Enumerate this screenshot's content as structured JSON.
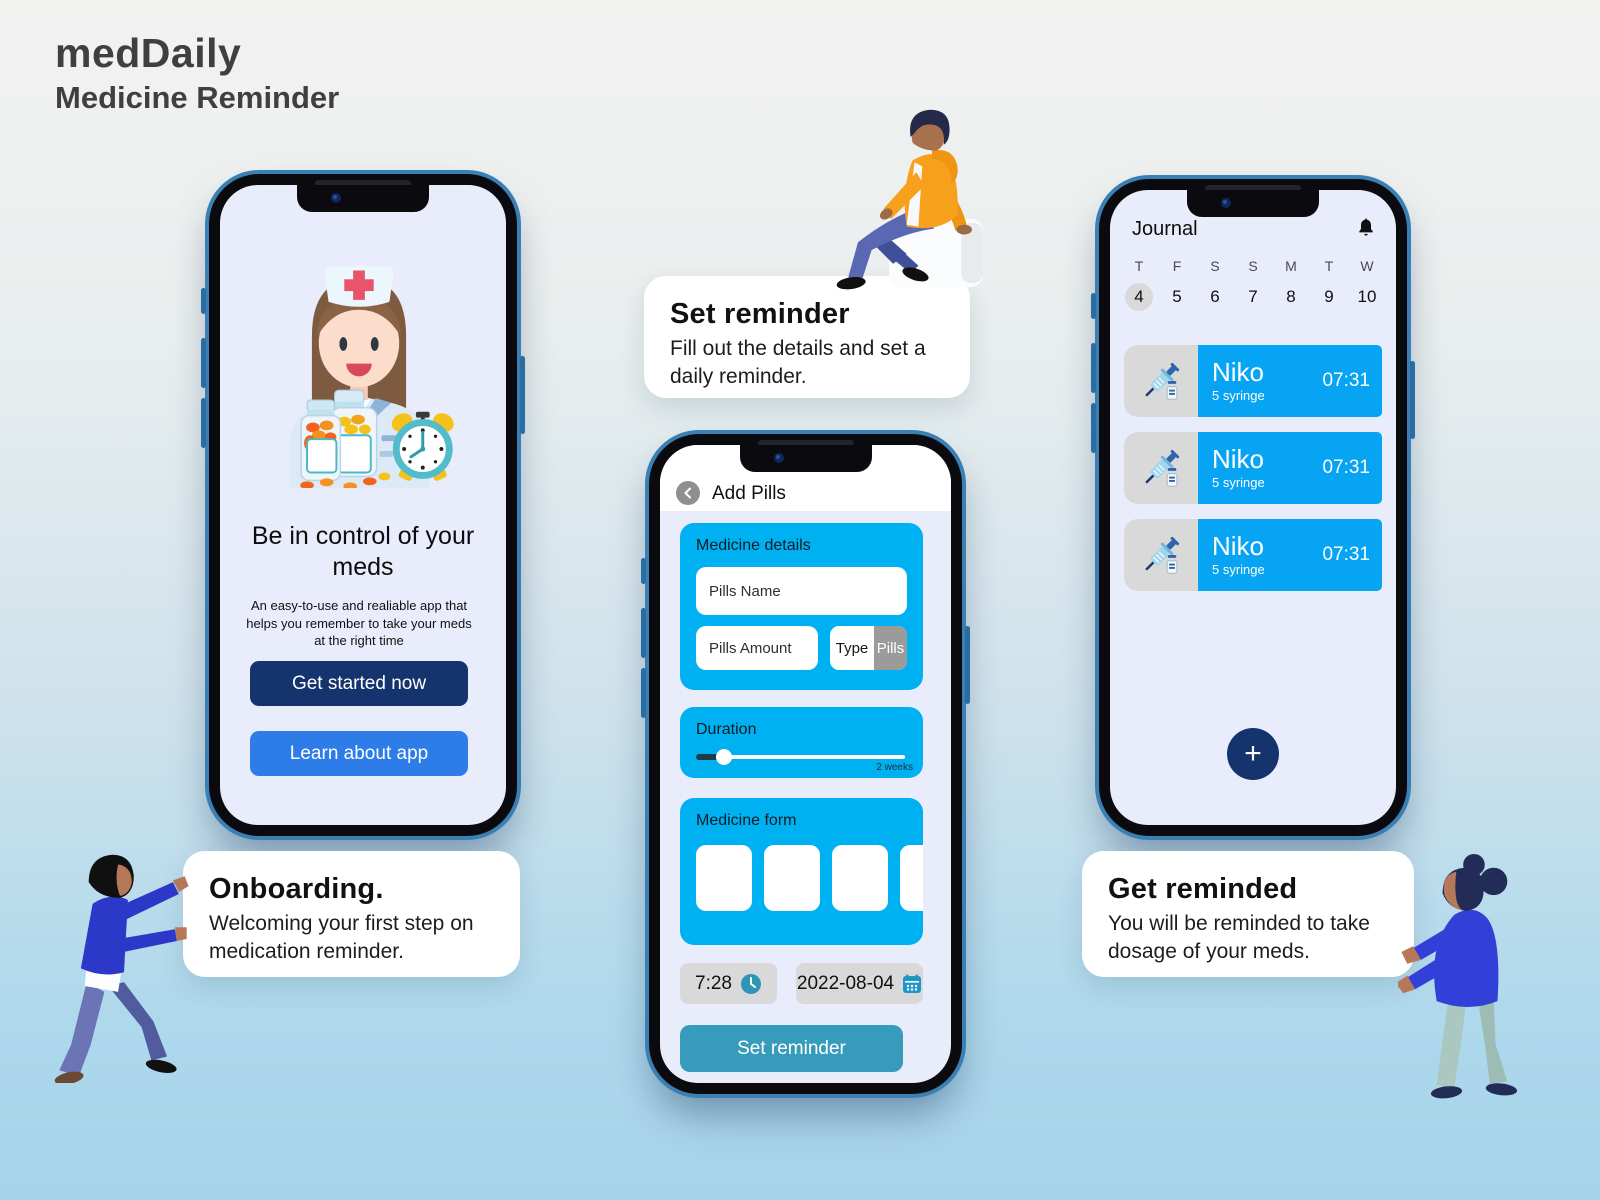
{
  "page": {
    "title": "medDaily",
    "subtitle": "Medicine Reminder"
  },
  "colors": {
    "accent_cyan": "#00b1f2",
    "journal_entry_blue": "#07a4f3",
    "navy": "#15346d",
    "bright_blue": "#2e7ce8",
    "teal": "#379cbb",
    "phone_frame_blue": "#3b80b4",
    "screen_background": "#e9edfb"
  },
  "icons": {
    "back": "chevron-left-icon",
    "bell": "bell-icon",
    "clock": "clock-icon",
    "calendar": "calendar-icon",
    "add": "plus-icon",
    "syringe": "syringe-icon"
  },
  "onboarding_screen": {
    "heading": "Be in control of your meds",
    "body": "An easy-to-use and realiable app that helps you remember to take your meds at the right time",
    "primary_button": "Get started now",
    "secondary_button": "Learn about app"
  },
  "add_pills_screen": {
    "title": "Add Pills",
    "medicine_details": {
      "title": "Medicine details",
      "pills_name_placeholder": "Pills Name",
      "pills_amount_placeholder": "Pills Amount",
      "type_label": "Type",
      "type_value": "Pills"
    },
    "duration": {
      "title": "Duration",
      "value": "2 weeks"
    },
    "medicine_form": {
      "title": "Medicine form"
    },
    "time_value": "7:28",
    "date_value": "2022-08-04",
    "submit_button": "Set reminder"
  },
  "journal_screen": {
    "title": "Journal",
    "calendar": {
      "day_letters": [
        "T",
        "F",
        "S",
        "S",
        "M",
        "T",
        "W"
      ],
      "dates": [
        "4",
        "5",
        "6",
        "7",
        "8",
        "9",
        "10"
      ],
      "selected_date": "4"
    },
    "entries": [
      {
        "name": "Niko",
        "dose": "5 syringe",
        "time": "07:31"
      },
      {
        "name": "Niko",
        "dose": "5 syringe",
        "time": "07:31"
      },
      {
        "name": "Niko",
        "dose": "5 syringe",
        "time": "07:31"
      }
    ],
    "add_button": "+"
  },
  "callouts": {
    "set_reminder": {
      "title": "Set reminder",
      "body": "Fill out the details and set a daily reminder."
    },
    "onboarding": {
      "title": "Onboarding.",
      "body": "Welcoming your first step on medication reminder."
    },
    "get_reminded": {
      "title": "Get reminded",
      "body": "You will be reminded to take dosage of your meds."
    }
  }
}
